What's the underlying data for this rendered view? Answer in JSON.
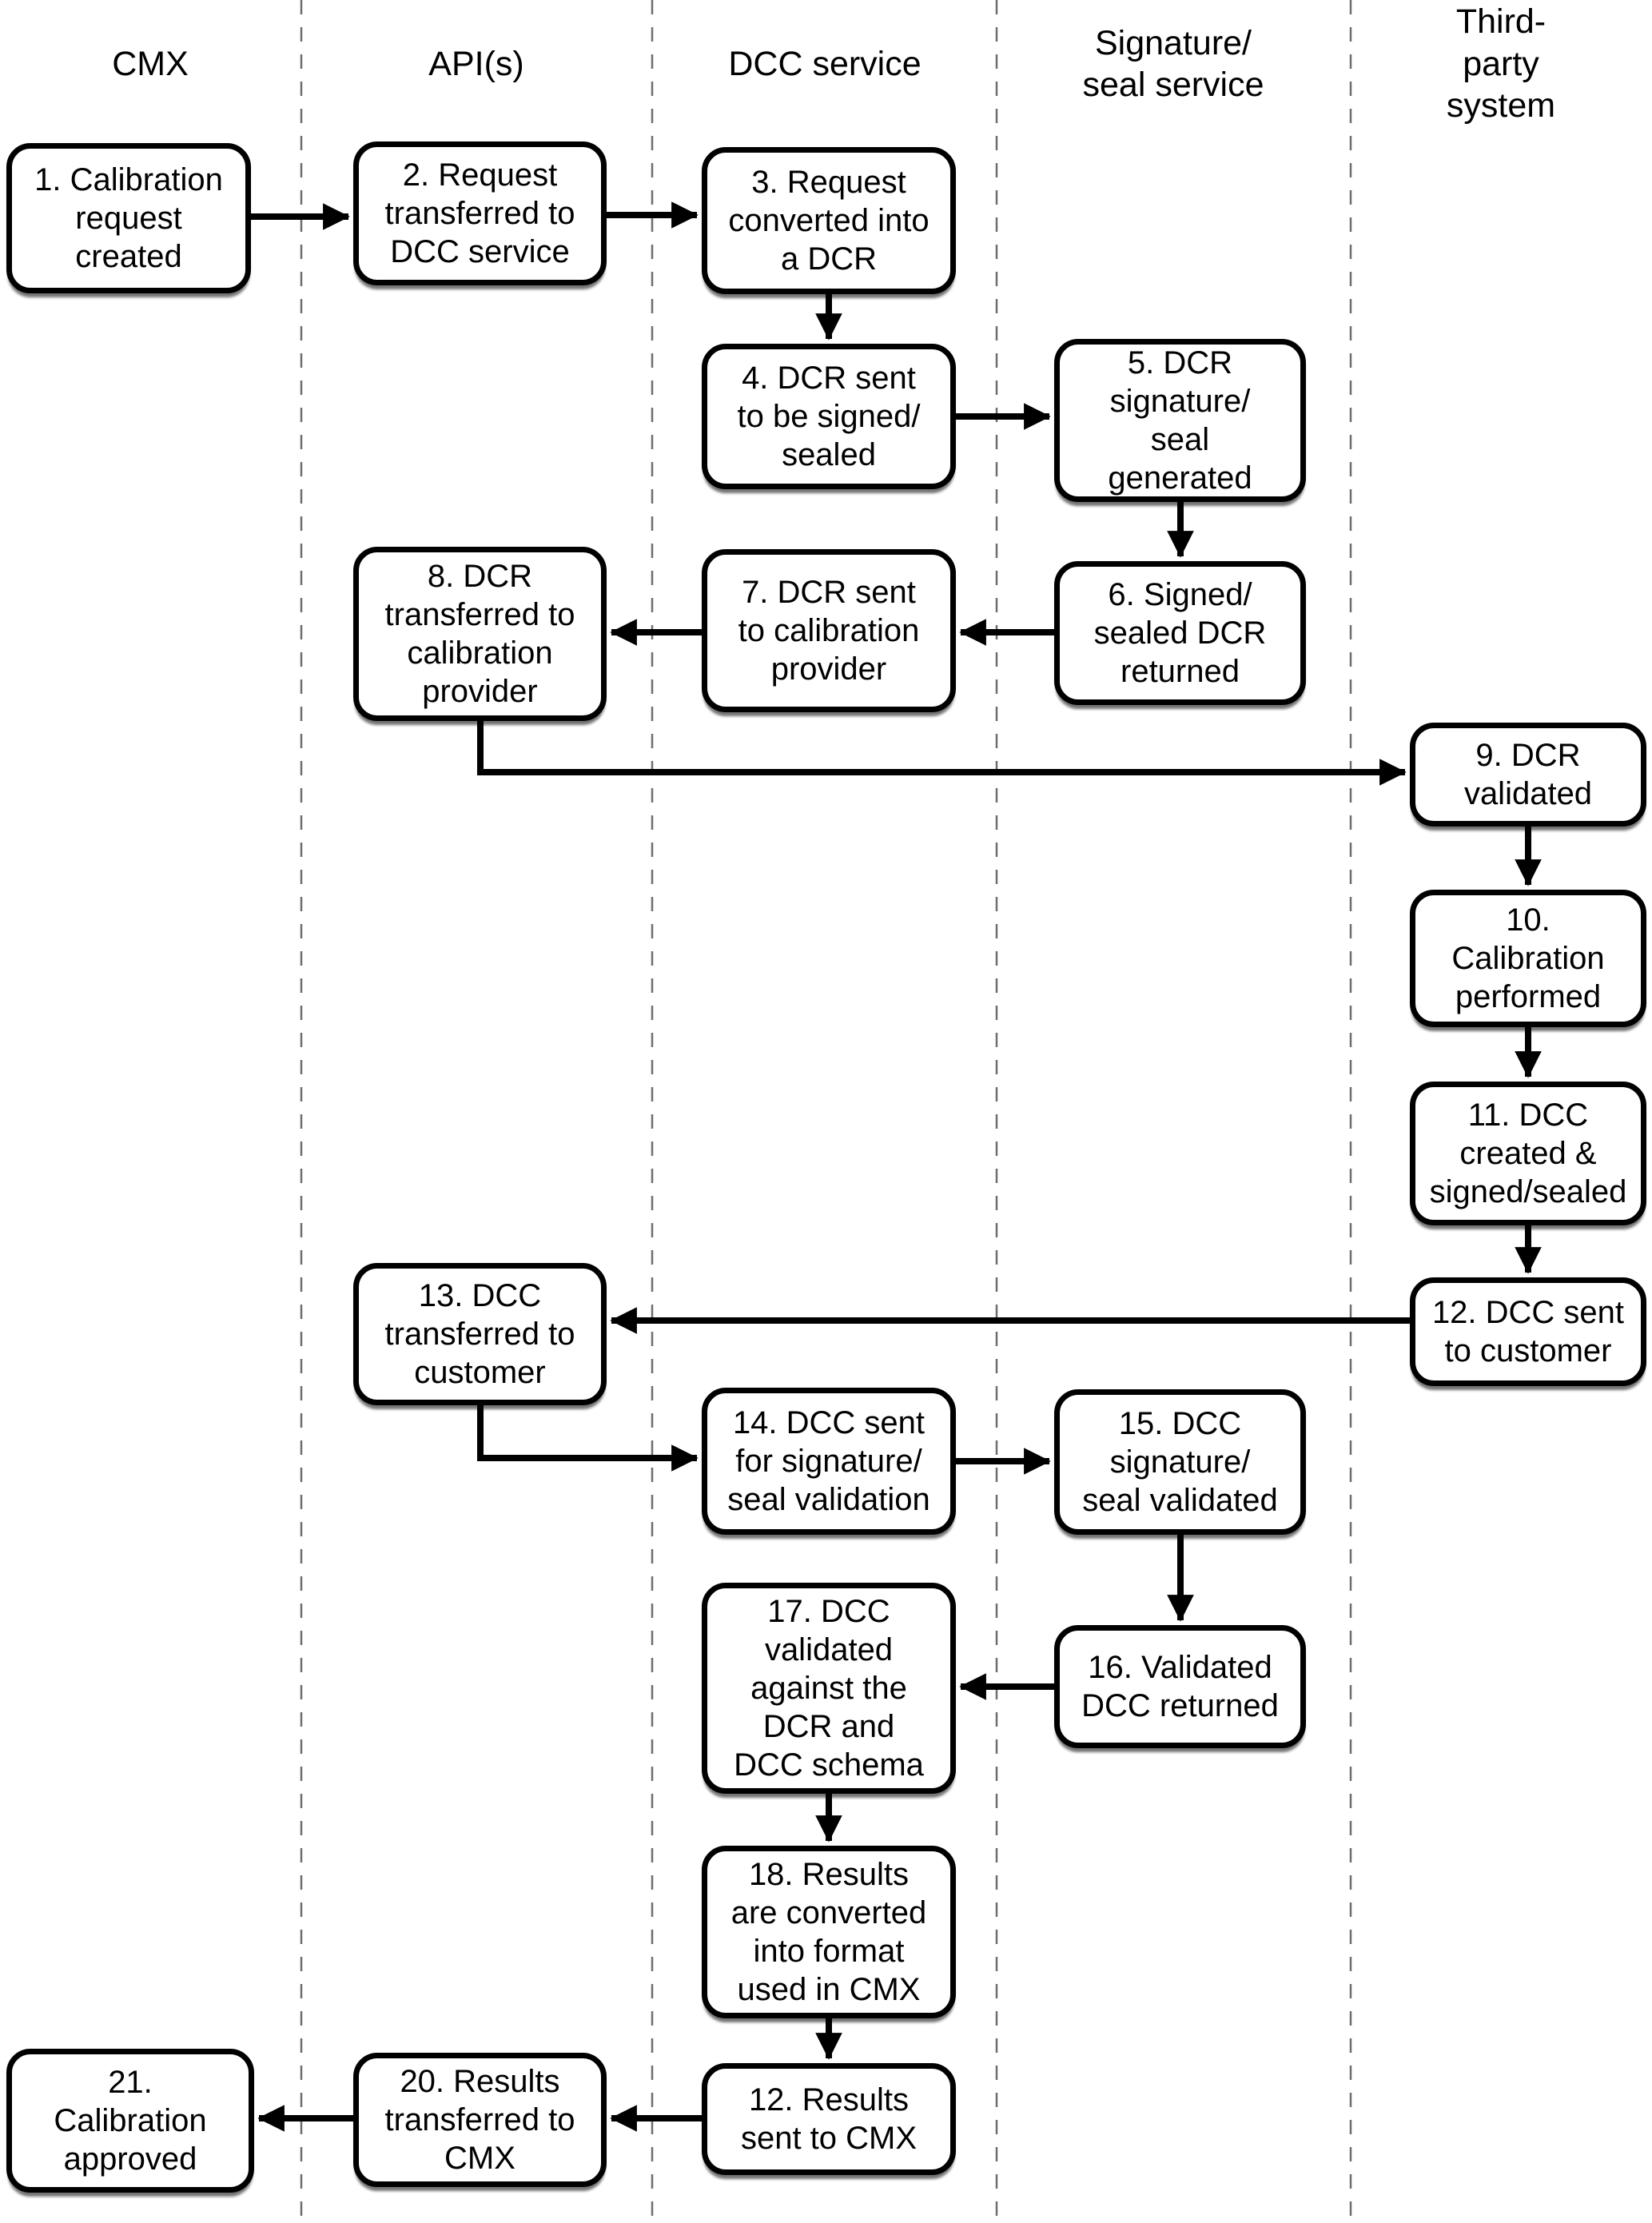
{
  "diagram": {
    "type": "swimlane-flowchart",
    "colors": {
      "background": "#ffffff",
      "node_fill": "#ffffff",
      "node_border": "#000000",
      "arrow": "#000000",
      "lane_divider": "#6e6e6e",
      "text": "#000000"
    }
  },
  "lanes": [
    {
      "label": "CMX"
    },
    {
      "label": "API(s)"
    },
    {
      "label": "DCC service"
    },
    {
      "label": "Signature/\nseal service"
    },
    {
      "label": "Third-party\nsystem"
    }
  ],
  "nodes": [
    {
      "label": "1. Calibration\nrequest\ncreated"
    },
    {
      "label": "2. Request\ntransferred to\nDCC service"
    },
    {
      "label": "3. Request\nconverted into\na DCR"
    },
    {
      "label": "4. DCR sent\nto be signed/\nsealed"
    },
    {
      "label": "5. DCR\nsignature/\nseal\ngenerated"
    },
    {
      "label": "6. Signed/\nsealed DCR\nreturned"
    },
    {
      "label": "7. DCR sent\nto calibration\nprovider"
    },
    {
      "label": "8. DCR\ntransferred to\ncalibration\nprovider"
    },
    {
      "label": "9. DCR\nvalidated"
    },
    {
      "label": "10.\nCalibration\nperformed"
    },
    {
      "label": "11. DCC\ncreated &\nsigned/sealed"
    },
    {
      "label": "12. DCC sent\nto customer"
    },
    {
      "label": "13. DCC\ntransferred to\ncustomer"
    },
    {
      "label": "14. DCC sent\nfor signature/\nseal validation"
    },
    {
      "label": "15. DCC\nsignature/\nseal validated"
    },
    {
      "label": "16. Validated\nDCC returned"
    },
    {
      "label": "17. DCC\nvalidated\nagainst the\nDCR and\nDCC schema"
    },
    {
      "label": "18. Results\nare converted\ninto format\nused in CMX"
    },
    {
      "label": "12. Results\nsent to CMX"
    },
    {
      "label": "20. Results\ntransferred to\nCMX"
    },
    {
      "label": "21.\nCalibration\napproved"
    }
  ]
}
